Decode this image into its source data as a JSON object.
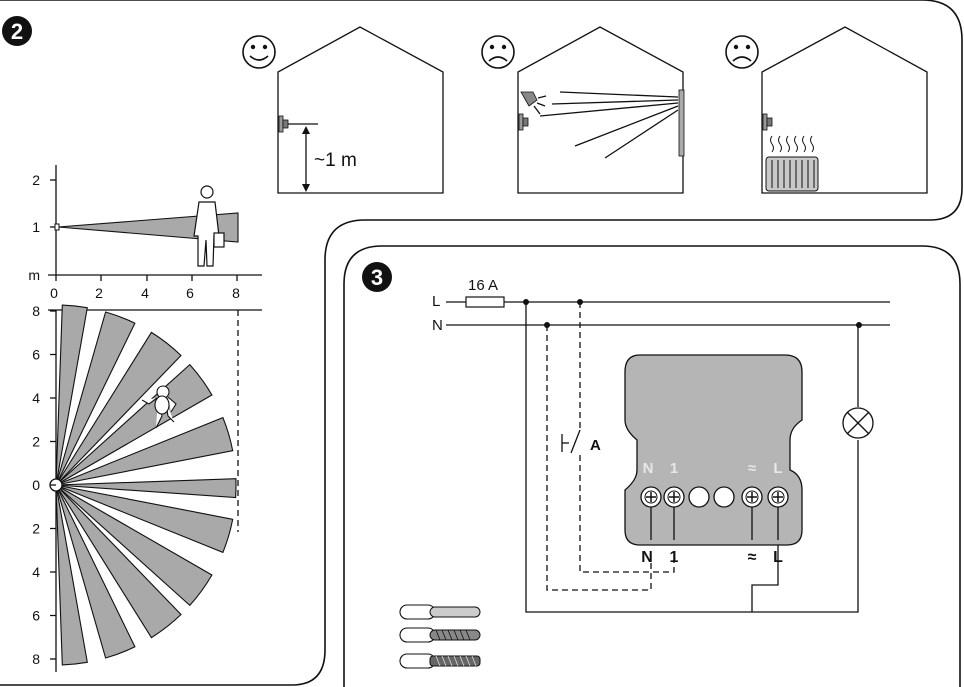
{
  "panel2": {
    "number": "2",
    "height_label": "~1 m",
    "side_chart": {
      "y_ticks": [
        "2",
        "1"
      ],
      "y_unit": "m",
      "x_ticks": [
        "0",
        "2",
        "4",
        "6",
        "8"
      ]
    },
    "top_chart": {
      "y_ticks": [
        "8",
        "6",
        "4",
        "2",
        "0",
        "2",
        "4",
        "6",
        "8"
      ]
    }
  },
  "panel3": {
    "number": "3",
    "fuse_label": "16 A",
    "line_L": "L",
    "line_N": "N",
    "switch_label": "A",
    "terminal_top": [
      "N",
      "1",
      "≈",
      "L"
    ],
    "terminal_bottom": [
      "N",
      "1",
      "≈",
      "L"
    ]
  }
}
